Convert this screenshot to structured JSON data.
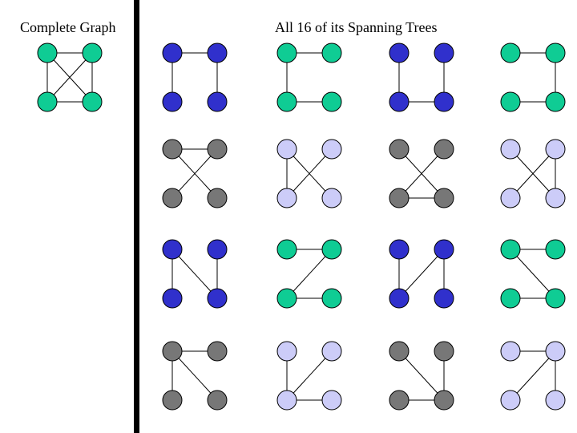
{
  "left_heading": "Complete Graph",
  "right_heading": "All 16 of its Spanning Trees",
  "colors": {
    "green": "#0fcc94",
    "blue": "#3030cc",
    "gray": "#777777",
    "lavender": "#ccccf8",
    "edge": "#000000"
  },
  "complete_graph": {
    "color": "green",
    "edges": [
      [
        "TL",
        "TR"
      ],
      [
        "TL",
        "BL"
      ],
      [
        "TL",
        "BR"
      ],
      [
        "TR",
        "BL"
      ],
      [
        "TR",
        "BR"
      ],
      [
        "BL",
        "BR"
      ]
    ]
  },
  "spanning_trees": [
    {
      "color": "blue",
      "edges": [
        [
          "TL",
          "TR"
        ],
        [
          "TL",
          "BL"
        ],
        [
          "TR",
          "BR"
        ]
      ]
    },
    {
      "color": "green",
      "edges": [
        [
          "TL",
          "TR"
        ],
        [
          "TL",
          "BL"
        ],
        [
          "BL",
          "BR"
        ]
      ]
    },
    {
      "color": "blue",
      "edges": [
        [
          "TL",
          "BL"
        ],
        [
          "TR",
          "BR"
        ],
        [
          "BL",
          "BR"
        ]
      ]
    },
    {
      "color": "green",
      "edges": [
        [
          "TL",
          "TR"
        ],
        [
          "TR",
          "BR"
        ],
        [
          "BL",
          "BR"
        ]
      ]
    },
    {
      "color": "gray",
      "edges": [
        [
          "TL",
          "TR"
        ],
        [
          "TL",
          "BR"
        ],
        [
          "TR",
          "BL"
        ]
      ]
    },
    {
      "color": "lavender",
      "edges": [
        [
          "TL",
          "BL"
        ],
        [
          "TL",
          "BR"
        ],
        [
          "TR",
          "BL"
        ]
      ]
    },
    {
      "color": "gray",
      "edges": [
        [
          "TL",
          "BR"
        ],
        [
          "TR",
          "BL"
        ],
        [
          "BL",
          "BR"
        ]
      ]
    },
    {
      "color": "lavender",
      "edges": [
        [
          "TL",
          "BR"
        ],
        [
          "TR",
          "BL"
        ],
        [
          "TR",
          "BR"
        ]
      ]
    },
    {
      "color": "blue",
      "edges": [
        [
          "TL",
          "BL"
        ],
        [
          "TL",
          "BR"
        ],
        [
          "TR",
          "BR"
        ]
      ]
    },
    {
      "color": "green",
      "edges": [
        [
          "TL",
          "TR"
        ],
        [
          "TR",
          "BL"
        ],
        [
          "BL",
          "BR"
        ]
      ]
    },
    {
      "color": "blue",
      "edges": [
        [
          "TL",
          "BL"
        ],
        [
          "TR",
          "BL"
        ],
        [
          "TR",
          "BR"
        ]
      ]
    },
    {
      "color": "green",
      "edges": [
        [
          "TL",
          "TR"
        ],
        [
          "TL",
          "BR"
        ],
        [
          "BL",
          "BR"
        ]
      ]
    },
    {
      "color": "gray",
      "edges": [
        [
          "TL",
          "TR"
        ],
        [
          "TL",
          "BL"
        ],
        [
          "TL",
          "BR"
        ]
      ]
    },
    {
      "color": "lavender",
      "edges": [
        [
          "TL",
          "BL"
        ],
        [
          "TR",
          "BL"
        ],
        [
          "BL",
          "BR"
        ]
      ]
    },
    {
      "color": "gray",
      "edges": [
        [
          "TL",
          "BR"
        ],
        [
          "TR",
          "BR"
        ],
        [
          "BL",
          "BR"
        ]
      ]
    },
    {
      "color": "lavender",
      "edges": [
        [
          "TL",
          "TR"
        ],
        [
          "TR",
          "BL"
        ],
        [
          "TR",
          "BR"
        ]
      ]
    }
  ]
}
